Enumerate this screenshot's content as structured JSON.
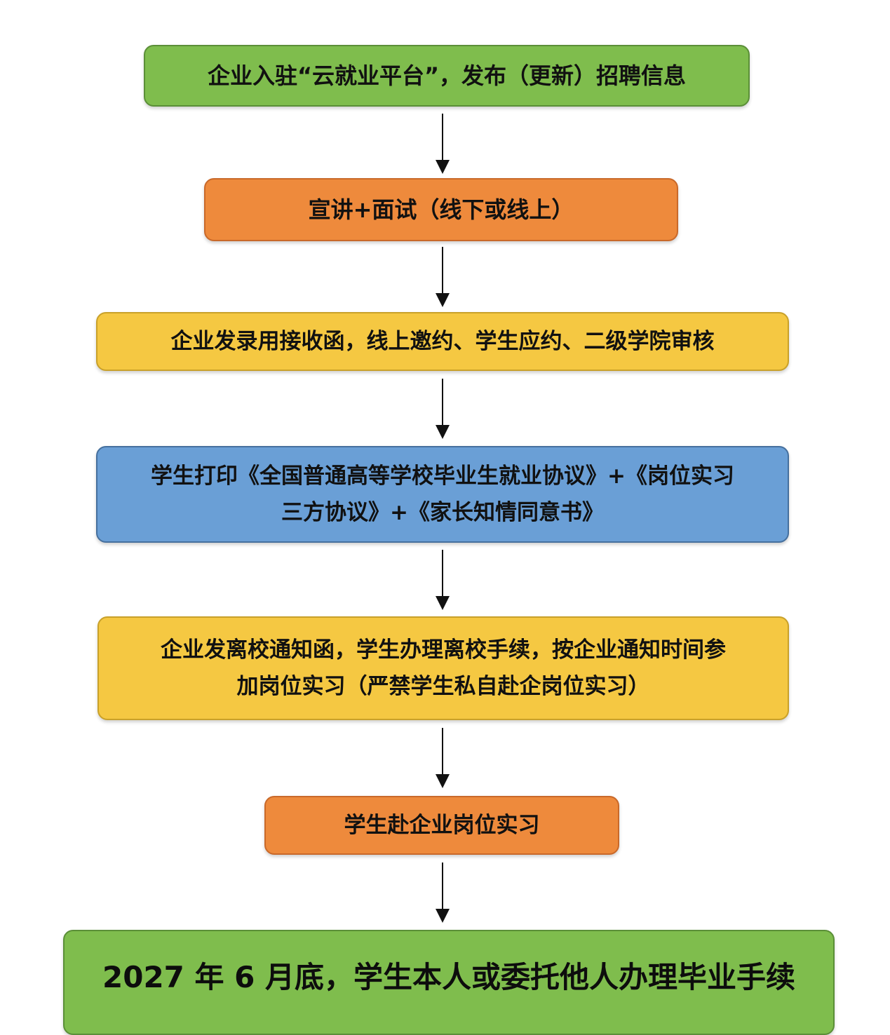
{
  "steps": [
    {
      "lines": [
        "企业入驻“云就业平台”，发布（更新）招聘信息"
      ],
      "color": "#7fbd4d"
    },
    {
      "lines": [
        "宣讲+面试（线下或线上）"
      ],
      "color": "#ee8a3c"
    },
    {
      "lines": [
        "企业发录用接收函，线上邀约、学生应约、二级学院审核"
      ],
      "color": "#f5c842"
    },
    {
      "lines": [
        "学生打印《全国普通高等学校毕业生就业协议》+《岗位实习",
        "三方协议》+《家长知情同意书》"
      ],
      "color": "#6a9fd6"
    },
    {
      "lines": [
        "企业发离校通知函，学生办理离校手续，按企业通知时间参",
        "加岗位实习（严禁学生私自赴企岗位实习）"
      ],
      "color": "#f5c842"
    },
    {
      "lines": [
        "学生赴企业岗位实习"
      ],
      "color": "#ee8a3c"
    },
    {
      "lines": [
        "2027 年 6 月底，学生本人或委托他人办理毕业手续"
      ],
      "color": "#7fbd4d"
    }
  ]
}
